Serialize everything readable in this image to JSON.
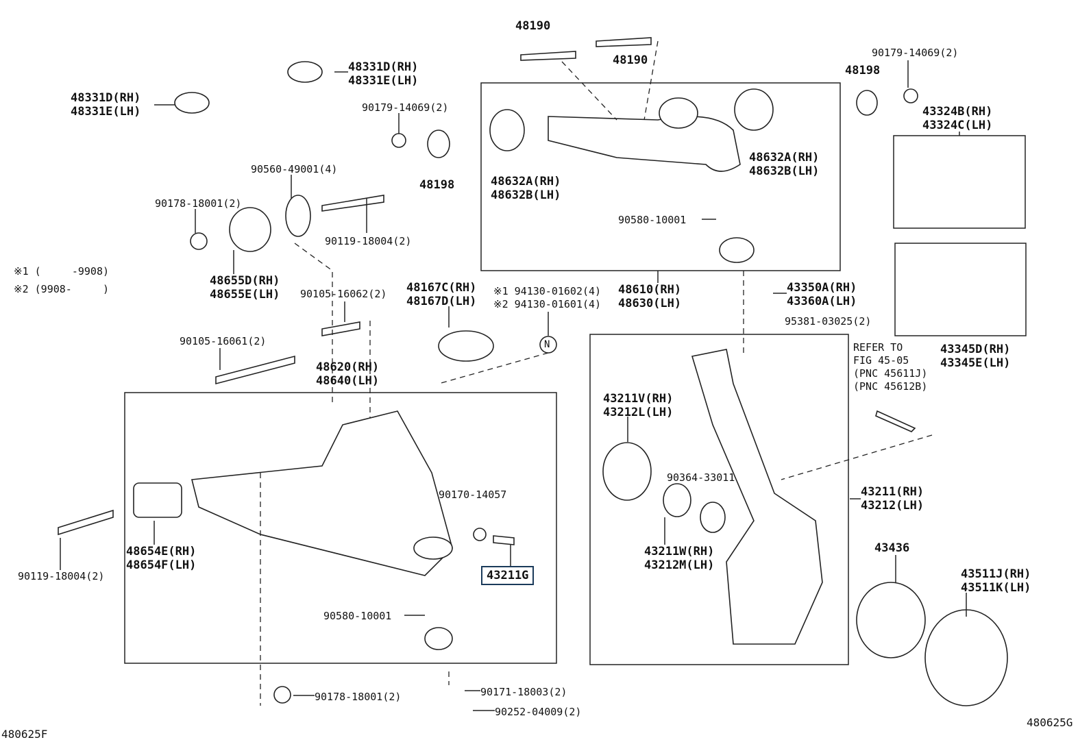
{
  "diagram": {
    "notes": {
      "note1": "※1 (     -9908)",
      "note2": "※2 (9908-     )"
    },
    "figure_codes": [
      "480625F",
      "480625G"
    ],
    "labels": [
      {
        "name": "part-48190-top",
        "lines": [
          "48190"
        ]
      },
      {
        "name": "part-48190",
        "lines": [
          "48190"
        ]
      },
      {
        "name": "part-48331d-upper",
        "lines": [
          "48331D(RH)",
          "48331E(LH)"
        ]
      },
      {
        "name": "part-48331d-left",
        "lines": [
          "48331D(RH)",
          "48331E(LH)"
        ]
      },
      {
        "name": "part-90179-14069-mid",
        "lines": [
          "90179-14069(2)"
        ]
      },
      {
        "name": "part-48198-mid",
        "lines": [
          "48198"
        ]
      },
      {
        "name": "part-90560-49001",
        "lines": [
          "90560-49001(4)"
        ]
      },
      {
        "name": "part-90178-18001-top",
        "lines": [
          "90178-18001(2)"
        ]
      },
      {
        "name": "part-90119-18004-top",
        "lines": [
          "90119-18004(2)"
        ]
      },
      {
        "name": "part-48655d",
        "lines": [
          "48655D(RH)",
          "48655E(LH)"
        ]
      },
      {
        "name": "part-90105-16062",
        "lines": [
          "90105-16062(2)"
        ]
      },
      {
        "name": "part-90105-16061",
        "lines": [
          "90105-16061(2)"
        ]
      },
      {
        "name": "part-48620",
        "lines": [
          "48620(RH)",
          "48640(LH)"
        ]
      },
      {
        "name": "part-48167c",
        "lines": [
          "48167C(RH)",
          "48167D(LH)"
        ]
      },
      {
        "name": "part-94130",
        "lines": [
          "※1 94130-01602(4)",
          "※2 94130-01601(4)"
        ]
      },
      {
        "name": "part-48632a-left",
        "lines": [
          "48632A(RH)",
          "48632B(LH)"
        ]
      },
      {
        "name": "part-48632a-right",
        "lines": [
          "48632A(RH)",
          "48632B(LH)"
        ]
      },
      {
        "name": "part-90580-10001-upper",
        "lines": [
          "90580-10001"
        ]
      },
      {
        "name": "part-48610",
        "lines": [
          "48610(RH)",
          "48630(LH)"
        ]
      },
      {
        "name": "part-48198-right",
        "lines": [
          "48198"
        ]
      },
      {
        "name": "part-90179-14069-right",
        "lines": [
          "90179-14069(2)"
        ]
      },
      {
        "name": "part-43324b",
        "lines": [
          "43324B(RH)",
          "43324C(LH)"
        ]
      },
      {
        "name": "part-43350a",
        "lines": [
          "43350A(RH)",
          "43360A(LH)"
        ]
      },
      {
        "name": "part-95381-03025",
        "lines": [
          "95381-03025(2)"
        ]
      },
      {
        "name": "part-43345d",
        "lines": [
          "43345D(RH)",
          "43345E(LH)"
        ]
      },
      {
        "name": "refer-to-note",
        "lines": [
          "REFER TO",
          "FIG 45-05",
          "(PNC 45611J)",
          "(PNC 45612B)"
        ]
      },
      {
        "name": "part-43211v",
        "lines": [
          "43211V(RH)",
          "43212L(LH)"
        ]
      },
      {
        "name": "part-90364-33011",
        "lines": [
          "90364-33011"
        ]
      },
      {
        "name": "part-43211",
        "lines": [
          "43211(RH)",
          "43212(LH)"
        ]
      },
      {
        "name": "part-43211w",
        "lines": [
          "43211W(RH)",
          "43212M(LH)"
        ]
      },
      {
        "name": "part-43436",
        "lines": [
          "43436"
        ]
      },
      {
        "name": "part-43511j",
        "lines": [
          "43511J(RH)",
          "43511K(LH)"
        ]
      },
      {
        "name": "part-90170-14057",
        "lines": [
          "90170-14057"
        ]
      },
      {
        "name": "part-43211g",
        "lines": [
          "43211G"
        ]
      },
      {
        "name": "part-48654e",
        "lines": [
          "48654E(RH)",
          "48654F(LH)"
        ]
      },
      {
        "name": "part-90119-18004-left",
        "lines": [
          "90119-18004(2)"
        ]
      },
      {
        "name": "part-90580-10001-lower",
        "lines": [
          "90580-10001"
        ]
      },
      {
        "name": "part-90178-18001-bottom",
        "lines": [
          "90178-18001(2)"
        ]
      },
      {
        "name": "part-90171-18003",
        "lines": [
          "90171-18003(2)"
        ]
      },
      {
        "name": "part-90252-04009",
        "lines": [
          "90252-04009(2)"
        ]
      }
    ],
    "marker_n": "N",
    "highlight_color": "#1a3a5a"
  }
}
